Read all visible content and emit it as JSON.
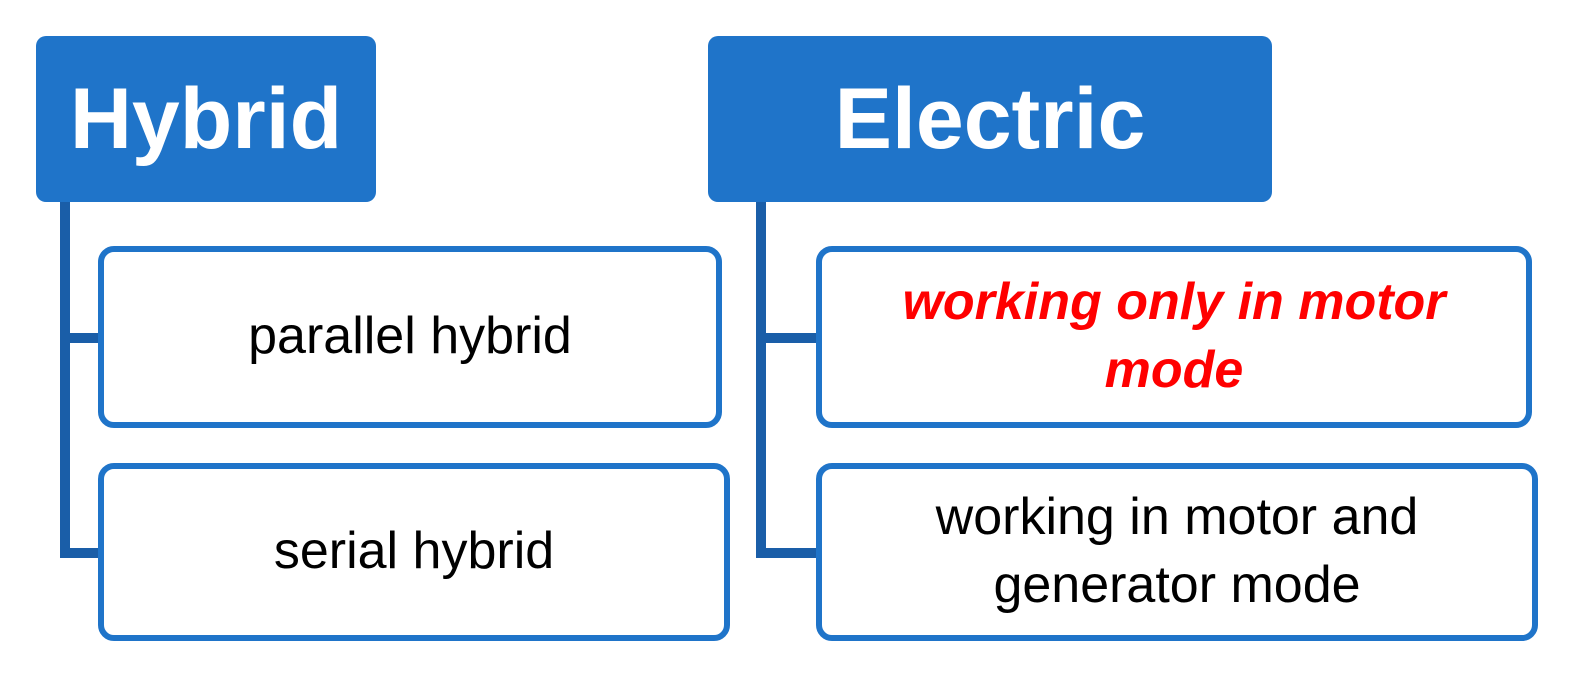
{
  "diagram": {
    "groups": [
      {
        "title": "Hybrid",
        "items": [
          {
            "label": "parallel hybrid",
            "emphasized": false
          },
          {
            "label": "serial hybrid",
            "emphasized": false
          }
        ]
      },
      {
        "title": "Electric",
        "items": [
          {
            "label": "working only in motor mode",
            "emphasized": true,
            "color": "#ff0000"
          },
          {
            "label": "working in motor and generator mode",
            "emphasized": false
          }
        ]
      }
    ],
    "colors": {
      "header_fill": "#1f74c9",
      "child_border": "#1f74c9",
      "connector": "#1a5ea8",
      "header_text": "#ffffff",
      "emphasis_text": "#ff0000"
    }
  }
}
